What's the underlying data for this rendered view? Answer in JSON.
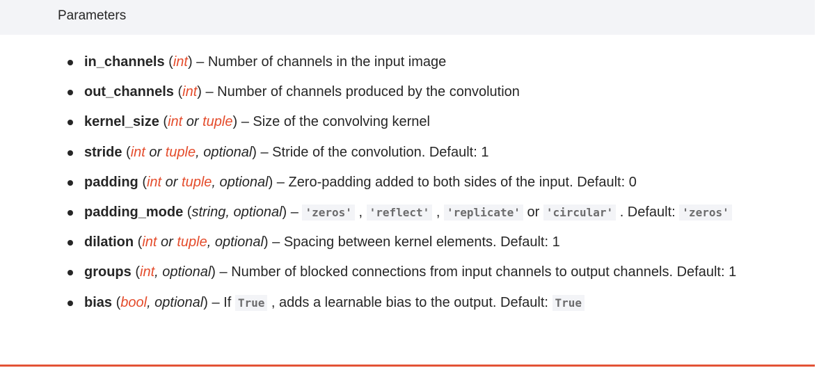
{
  "header": {
    "title": "Parameters"
  },
  "params": [
    {
      "name": "in_channels",
      "open": " (",
      "t1": "int",
      "close": ")",
      "desc": " – Number of channels in the input image"
    },
    {
      "name": "out_channels",
      "open": " (",
      "t1": "int",
      "close": ")",
      "desc": " – Number of channels produced by the convolution"
    },
    {
      "name": "kernel_size",
      "open": " (",
      "t1": "int",
      "or": " or ",
      "t2": "tuple",
      "close": ")",
      "desc": " – Size of the convolving kernel"
    },
    {
      "name": "stride",
      "open": " (",
      "t1": "int",
      "or": " or ",
      "t2": "tuple",
      "opt": ", optional",
      "close": ")",
      "desc": " – Stride of the convolution. Default: 1"
    },
    {
      "name": "padding",
      "open": " (",
      "t1": "int",
      "or": " or ",
      "t2": "tuple",
      "opt": ", optional",
      "close": ")",
      "desc": " – Zero-padding added to both sides of the input. Default: 0"
    },
    {
      "name": "padding_mode",
      "open": " (",
      "t1": "string, optional",
      "close": ")",
      "dash": " – ",
      "c1": "'zeros'",
      "s1": " , ",
      "c2": "'reflect'",
      "s2": " , ",
      "c3": "'replicate'",
      "s3": "  or  ",
      "c4": "'circular'",
      "s4": " . Default:  ",
      "c5": "'zeros'"
    },
    {
      "name": "dilation",
      "open": " (",
      "t1": "int",
      "or": " or ",
      "t2": "tuple",
      "opt": ", optional",
      "close": ")",
      "desc": " – Spacing between kernel elements. Default: 1"
    },
    {
      "name": "groups",
      "open": " (",
      "t1": "int",
      "opt": ", optional",
      "close": ")",
      "desc": " – Number of blocked connections from input channels to output channels. Default: 1"
    },
    {
      "name": "bias",
      "open": " (",
      "t1": "bool",
      "opt": ", optional",
      "close": ")",
      "pre": " – If ",
      "c1": "True",
      "mid": " , adds a learnable bias to the output. Default:  ",
      "c2": "True"
    }
  ],
  "colors": {
    "link": "#e44c2c",
    "rule": "#e35336",
    "header_bg": "#f3f4f7"
  }
}
